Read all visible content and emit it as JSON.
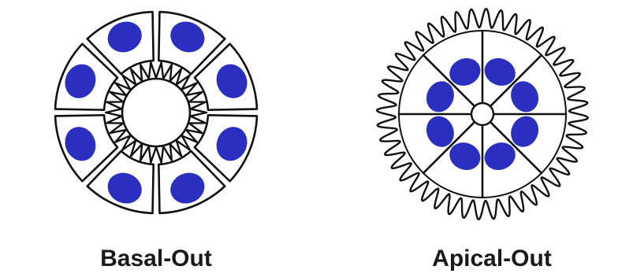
{
  "figure": {
    "panels": [
      {
        "caption": "Basal-Out",
        "cell_count": 8
      },
      {
        "caption": "Apical-Out",
        "cell_count": 8
      }
    ]
  },
  "colors": {
    "nucleus": "#2a2fbf",
    "outline": "#111111",
    "background": "#ffffff"
  }
}
